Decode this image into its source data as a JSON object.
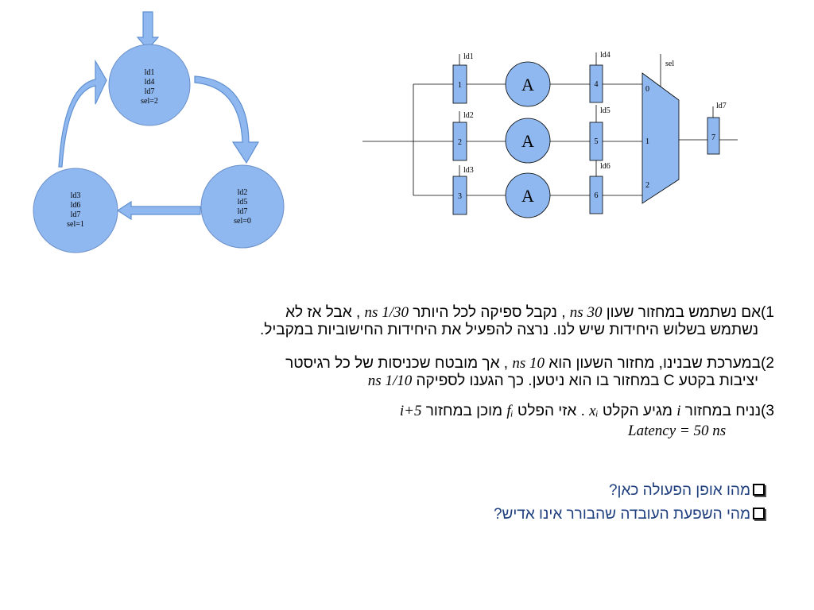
{
  "fsm": {
    "state_a": [
      "ld1",
      "ld4",
      "ld7",
      "sel=2"
    ],
    "state_b": [
      "ld2",
      "ld5",
      "ld7",
      "sel=0"
    ],
    "state_c": [
      "ld3",
      "ld6",
      "ld7",
      "sel=1"
    ]
  },
  "datapath": {
    "top_regs": [
      {
        "num": "1",
        "ld": "ld1"
      },
      {
        "num": "2",
        "ld": "ld2"
      },
      {
        "num": "3",
        "ld": "ld3"
      }
    ],
    "out_regs": [
      {
        "num": "4",
        "ld": "ld4"
      },
      {
        "num": "5",
        "ld": "ld5"
      },
      {
        "num": "6",
        "ld": "ld6"
      }
    ],
    "unit_label": "A",
    "mux_inputs": [
      "0",
      "1",
      "2"
    ],
    "mux_sel": "sel",
    "final_reg": {
      "num": "7",
      "ld": "ld7"
    }
  },
  "text": {
    "p1_a": "1)אם נשתמש במחזור שעון ",
    "p1_m1": "30 ns",
    "p1_b": " , נקבל ספיקה לכל היותר ",
    "p1_m2": "1/30 ns",
    "p1_c": " , אבל אז לא",
    "p1_line2": "נשתמש בשלוש היחידות שיש לנו. נרצה להפעיל את היחידות החישוביות במקביל.",
    "p2_a": "2)במערכת שבנינו, מחזור השעון הוא ",
    "p2_m1": "10 ns",
    "p2_b": " , אך מובטח שכניסות של כל רגיסטר",
    "p2_c": "יציבות בקטע C במחזור בו הוא ניטען. כך הגענו לספיקה ",
    "p2_m2": "1/10 ns",
    "p3_a": "3)נניח במחזור ",
    "p3_m1": "i",
    "p3_b": " מגיע הקלט ",
    "p3_m2": "xᵢ",
    "p3_c": " . אזי הפלט ",
    "p3_m3": "fᵢ",
    "p3_d": " מוכן במחזור ",
    "p3_m4": "i+5",
    "latency": "Latency = 50 ns"
  },
  "bullets": [
    "מהו אופן הפעולה כאן?",
    "מהי השפעת העובדה שהבורר אינו אדיש?"
  ]
}
